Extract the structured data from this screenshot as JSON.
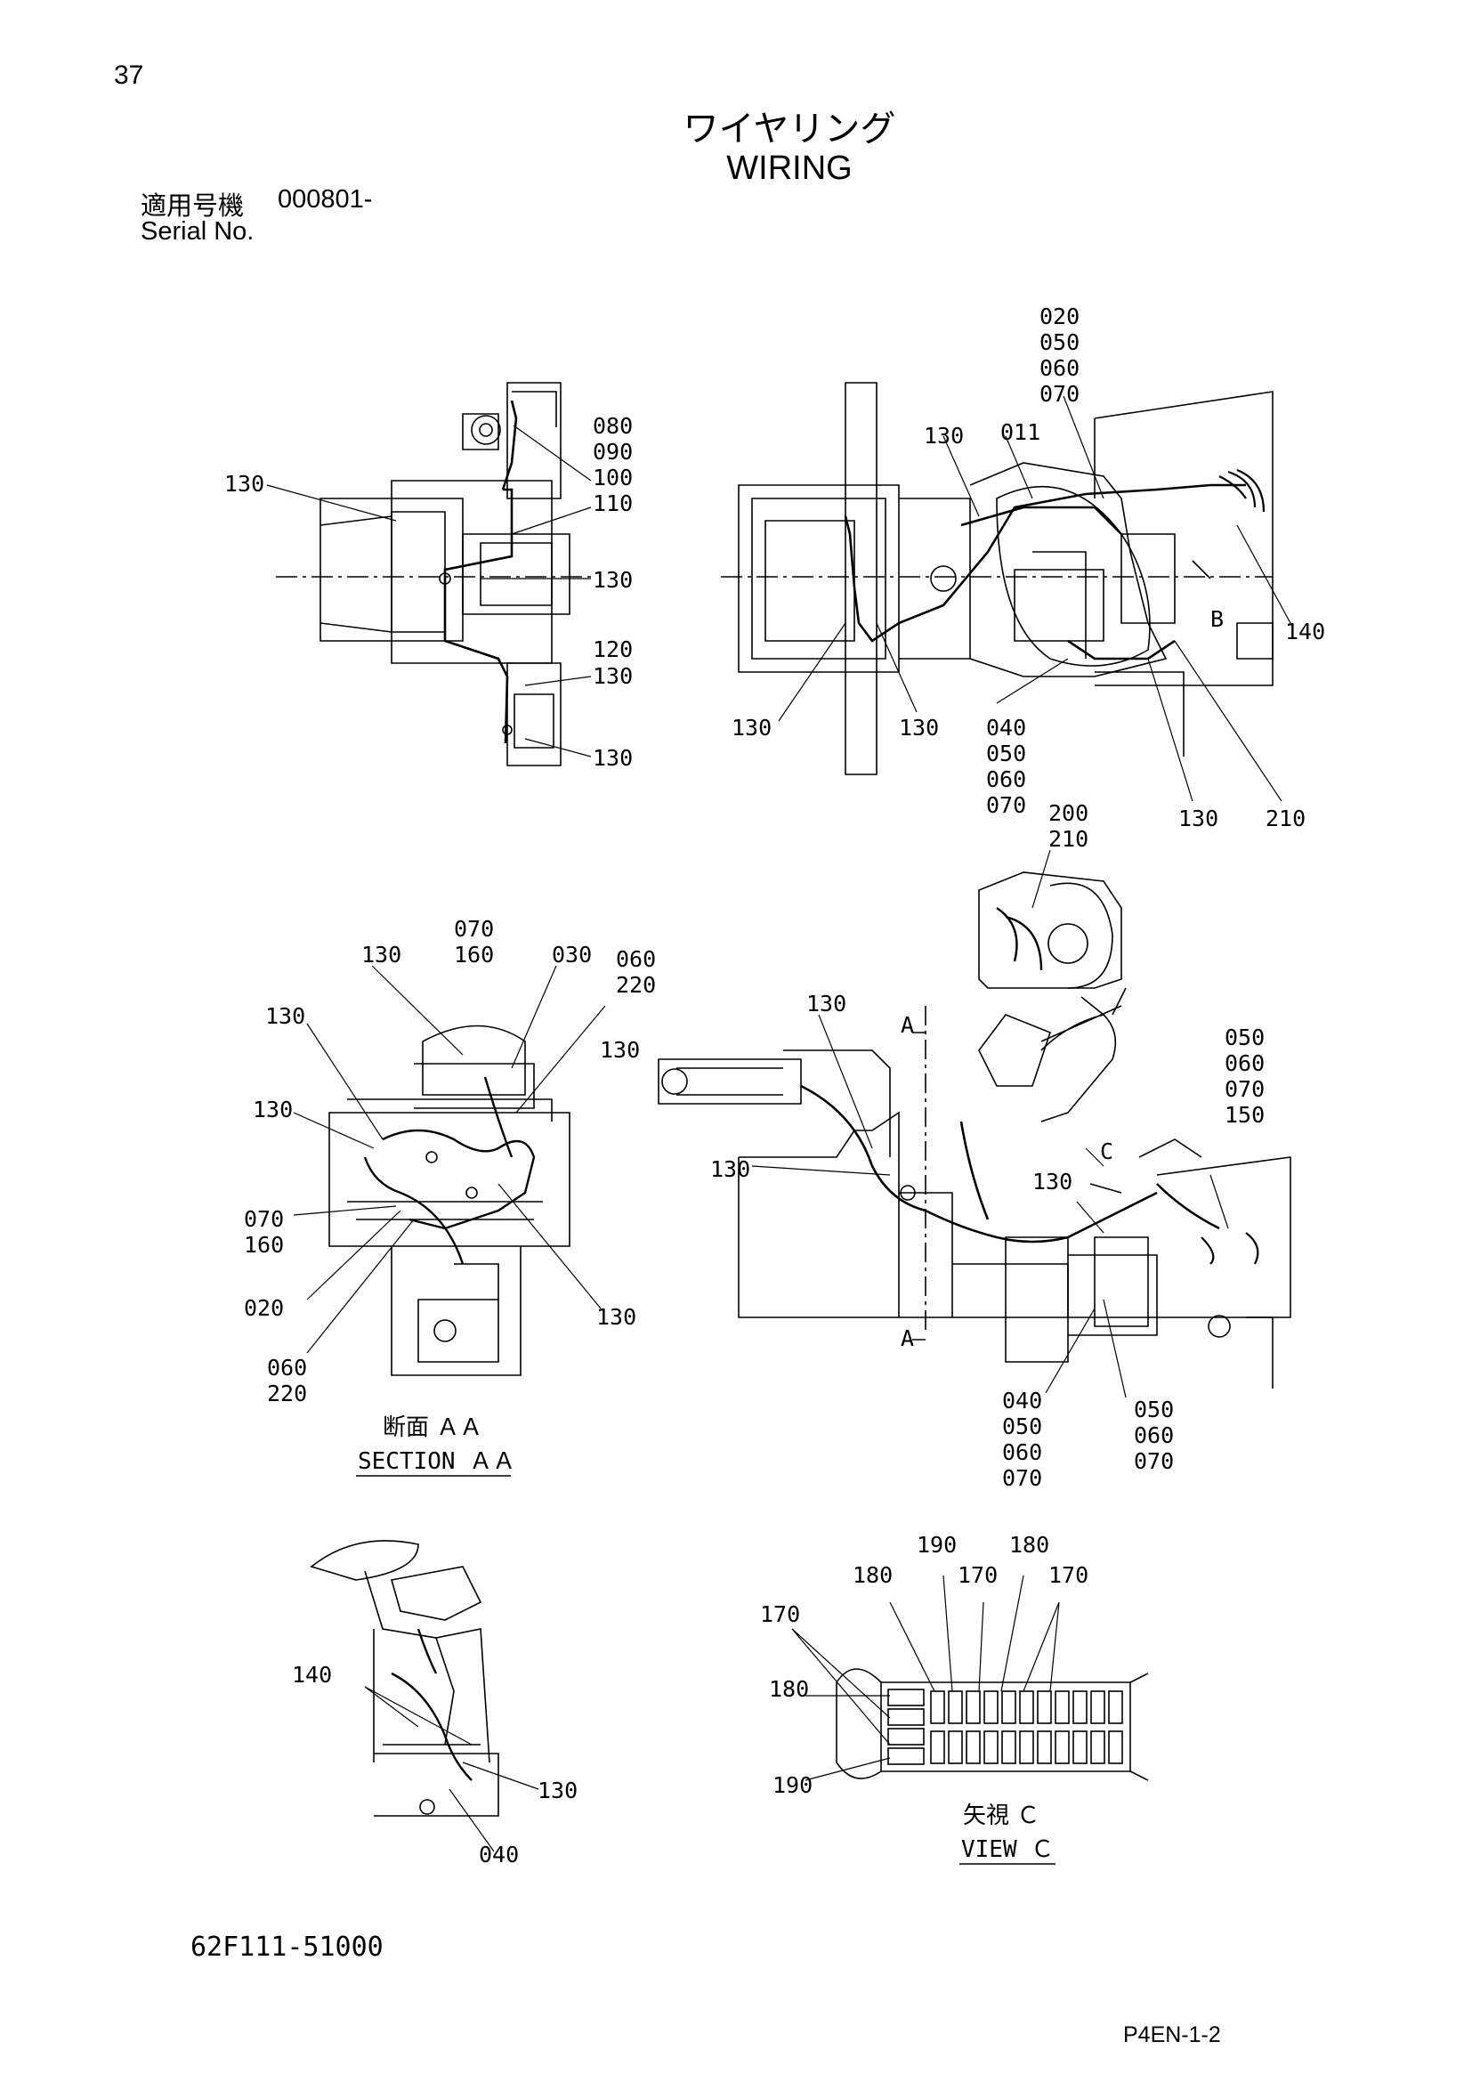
{
  "header": {
    "page_number": "37",
    "title_jp": "ワイヤリング",
    "title_en": "WIRING",
    "serial_label_jp": "適用号機",
    "serial_value": "000801-",
    "serial_label_en": "Serial No."
  },
  "footer": {
    "part_number": "62F111-51000",
    "page_code": "P4EN-1-2"
  },
  "views": {
    "section_aa_jp": "断面 ＡＡ",
    "section_aa_en": "SECTION ＡＡ",
    "view_c_jp": "矢視 Ｃ",
    "view_c_en": "VIEW Ｃ",
    "marker_a": "A",
    "marker_b": "B",
    "marker_c": "C"
  },
  "callouts": {
    "tl_130_a": "130",
    "tl_080": "080",
    "tl_090": "090",
    "tl_100": "100",
    "tl_110": "110",
    "tl_130_b": "130",
    "tl_120": "120",
    "tl_130_c": "130",
    "tl_130_d": "130",
    "tr_020": "020",
    "tr_050": "050",
    "tr_060": "060",
    "tr_070": "070",
    "tr_011": "011",
    "tr_130_a": "130",
    "tr_140": "140",
    "tr_130_b": "130",
    "tr_130_c": "130",
    "tr_040": "040",
    "tr_050b": "050",
    "tr_060b": "060",
    "tr_070b": "070",
    "tr_130_d": "130",
    "tr_210": "210",
    "cr_200": "200",
    "cr_210": "210",
    "ml_070": "070",
    "ml_160": "160",
    "ml_130_a": "130",
    "ml_030": "030",
    "ml_060": "060",
    "ml_220": "220",
    "ml_130_b": "130",
    "ml_130_c": "130",
    "ml_130_d": "130",
    "ml_070b": "070",
    "ml_160b": "160",
    "ml_020": "020",
    "ml_130_e": "130",
    "ml_060b": "060",
    "ml_220b": "220",
    "mr_130_a": "130",
    "mr_130_b": "130",
    "mr_130_c": "130",
    "mr_050": "050",
    "mr_060": "060",
    "mr_070": "070",
    "mr_150": "150",
    "mr_040": "040",
    "mr_050b": "050",
    "mr_060b": "060",
    "mr_070b": "070",
    "mr_050c": "050",
    "mr_060c": "060",
    "mr_070c": "070",
    "bl_140": "140",
    "bl_130": "130",
    "bl_040": "040",
    "br_190_a": "190",
    "br_180_a": "180",
    "br_180_b": "180",
    "br_170_a": "170",
    "br_170_b": "170",
    "br_170_c": "170",
    "br_180_c": "180",
    "br_190_b": "190"
  }
}
